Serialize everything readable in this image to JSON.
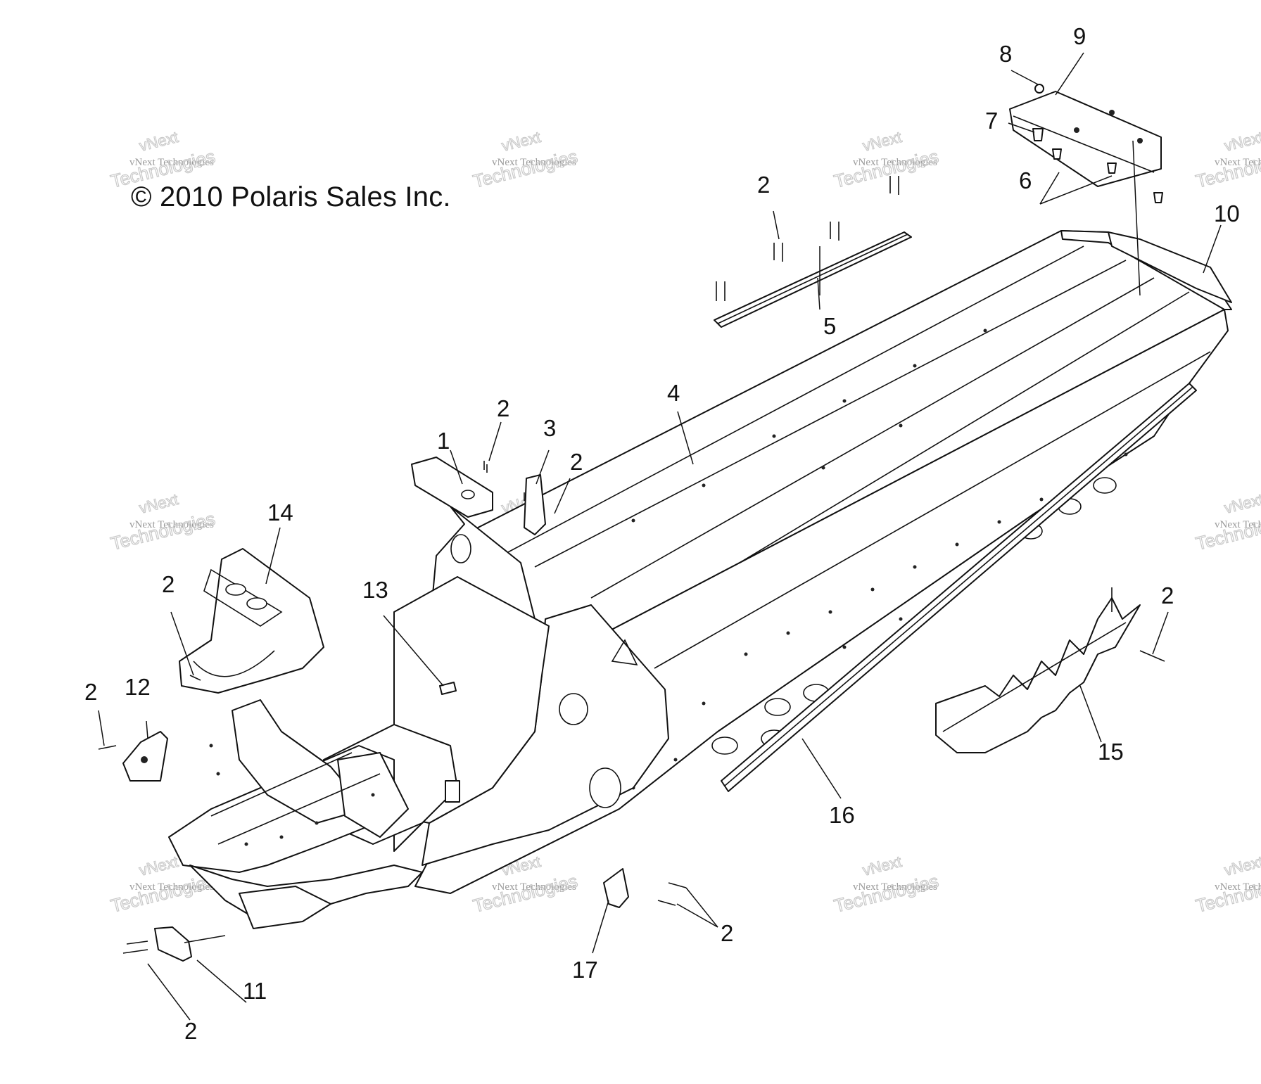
{
  "copyright": "© 2010 Polaris Sales Inc.",
  "watermark": {
    "line_small": "vNext Technologies",
    "line_large": "Technologies",
    "line_top": "vNext"
  },
  "callouts": {
    "c1": "1",
    "c2a": "2",
    "c3": "3",
    "c2b": "2",
    "c4": "4",
    "c5": "5",
    "c2c": "2",
    "c6": "6",
    "c7": "7",
    "c8": "8",
    "c9": "9",
    "c10": "10",
    "c11": "11",
    "c2d": "2",
    "c12": "12",
    "c2e": "2",
    "c13": "13",
    "c14": "14",
    "c2f": "2",
    "c15": "15",
    "c2g": "2",
    "c16": "16",
    "c17": "17",
    "c2h": "2"
  }
}
